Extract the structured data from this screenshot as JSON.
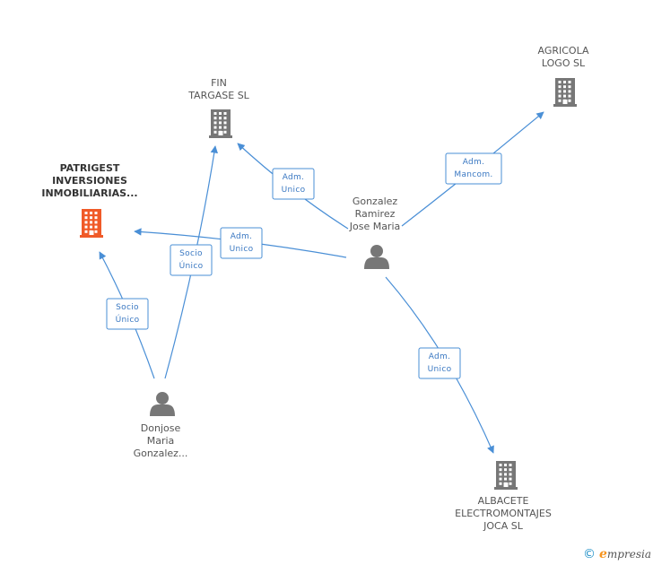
{
  "colors": {
    "edge": "#4a8fd6",
    "edge_text": "#3a78c2",
    "company": "#777777",
    "company_main": "#f05a28",
    "person": "#777777",
    "label": "#555555"
  },
  "nodes": [
    {
      "id": "patrigest",
      "kind": "company",
      "main": true,
      "lines": [
        "PATRIGEST",
        "INVERSIONES",
        "INMOBILIARIAS..."
      ]
    },
    {
      "id": "fin-targase",
      "kind": "company",
      "main": false,
      "lines": [
        "FIN",
        "TARGASE SL"
      ]
    },
    {
      "id": "agricola-logo",
      "kind": "company",
      "main": false,
      "lines": [
        "AGRICOLA",
        "LOGO SL"
      ]
    },
    {
      "id": "albacete",
      "kind": "company",
      "main": false,
      "lines": [
        "ALBACETE",
        "ELECTROMONTAJES",
        "JOCA SL"
      ]
    },
    {
      "id": "gonzalez",
      "kind": "person",
      "main": false,
      "lines": [
        "Gonzalez",
        "Ramirez",
        "Jose Maria"
      ]
    },
    {
      "id": "donjose",
      "kind": "person",
      "main": false,
      "lines": [
        "Donjose",
        "Maria",
        "Gonzalez..."
      ]
    }
  ],
  "edges": [
    {
      "from": "gonzalez",
      "to": "fin-targase",
      "lines": [
        "Adm.",
        "Unico"
      ]
    },
    {
      "from": "gonzalez",
      "to": "agricola-logo",
      "lines": [
        "Adm.",
        "Mancom."
      ]
    },
    {
      "from": "gonzalez",
      "to": "patrigest",
      "lines": [
        "Adm.",
        "Unico"
      ]
    },
    {
      "from": "gonzalez",
      "to": "albacete",
      "lines": [
        "Adm.",
        "Unico"
      ]
    },
    {
      "from": "donjose",
      "to": "fin-targase",
      "lines": [
        "Socio",
        "Único"
      ]
    },
    {
      "from": "donjose",
      "to": "patrigest",
      "lines": [
        "Socio",
        "Único"
      ]
    }
  ],
  "footer": {
    "copyright_symbol": "©",
    "brand_initial": "e",
    "brand_rest": "mpresia"
  }
}
